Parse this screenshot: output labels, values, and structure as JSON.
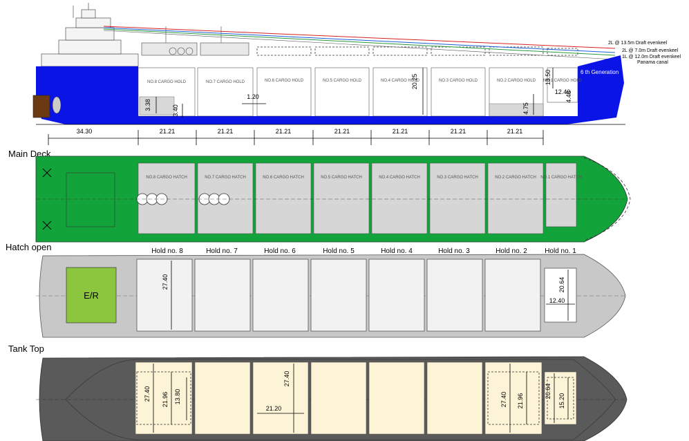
{
  "sections": {
    "main_deck": "Main Deck",
    "hatch_open": "Hatch open",
    "tank_top": "Tank Top"
  },
  "profile": {
    "generation": "6 th Generation",
    "drafts": [
      "2L @ 13.5m Draft evenkeel",
      "2L @ 7.0m Draft evenkeel",
      "1L @ 12.0m Draft evenkeel",
      "Panama canal"
    ],
    "draft_colors": [
      "#d62020",
      "#1a5cd6",
      "#2a9a3a",
      "#555555"
    ],
    "bottom_dims": [
      "34.30",
      "21.21",
      "21.21",
      "21.21",
      "21.21",
      "21.21",
      "21.21",
      "21.21"
    ],
    "dims": {
      "d338": "3.38",
      "d340": "3.40",
      "d120": "1.20",
      "d2025": "20.25",
      "d475": "4.75",
      "d1350": "13.50",
      "d1240": "12.40",
      "d448": "4.48"
    },
    "hold_labels": [
      "NO.8 CARGO HOLD",
      "NO.7 CARGO HOLD",
      "NO.6 CARGO HOLD",
      "NO.5 CARGO HOLD",
      "NO.4 CARGO HOLD",
      "NO.3 CARGO HOLD",
      "NO.2 CARGO HOLD",
      "NO.1 CARGO HOLD"
    ]
  },
  "deck": {
    "hatch_labels": [
      "NO.8 CARGO HATCH",
      "NO.7 CARGO HATCH",
      "NO.6 CARGO HATCH",
      "NO.5 CARGO HATCH",
      "NO.4 CARGO HATCH",
      "NO.3 CARGO HATCH",
      "NO.2 CARGO HATCH",
      "NO.1 CARGO HATCH"
    ]
  },
  "hatch_plan": {
    "holds": [
      "Hold no. 8",
      "Hold no. 7",
      "Hold no. 6",
      "Hold no. 5",
      "Hold no. 4",
      "Hold no. 3",
      "Hold no. 2",
      "Hold no. 1"
    ],
    "engine_room": "E/R",
    "d2740": "27.40",
    "d2064": "20.64",
    "d1240": "12.40"
  },
  "tank_top": {
    "d2740a": "27.40",
    "d2196a": "21.96",
    "d1380": "13.80",
    "d2740b": "27.40",
    "d2120": "21.20",
    "d2740c": "27.40",
    "d2196b": "21.96",
    "d2064": "20.64",
    "d1520": "15.20"
  },
  "colors": {
    "hull_blue": "#0a14e6",
    "deck_green": "#12a43a",
    "engine_room_green": "#8cc63f",
    "hatch_grey": "#c8c8c8",
    "tank_dark": "#5a5a5a",
    "tank_cream": "#fdf3d6"
  }
}
